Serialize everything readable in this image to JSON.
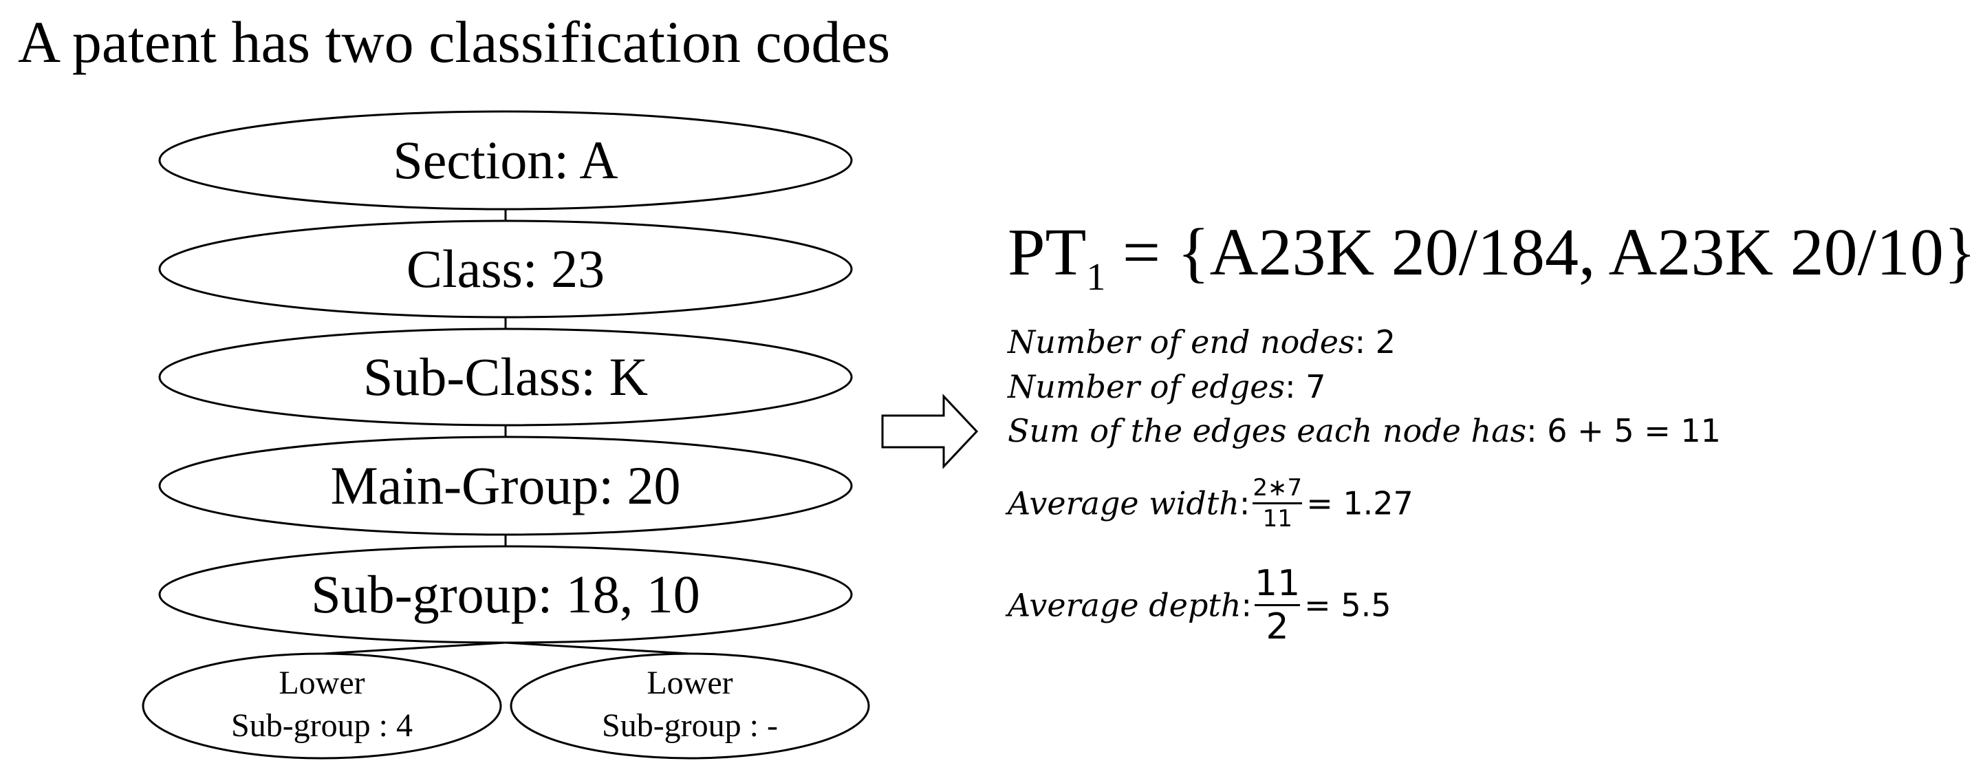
{
  "title": "A patent has two classification codes",
  "tree": {
    "nodes": [
      {
        "label": "Section: A"
      },
      {
        "label": "Class: 23"
      },
      {
        "label": "Sub-Class: K"
      },
      {
        "label": "Main-Group: 20"
      },
      {
        "label": "Sub-group: 18, 10"
      }
    ],
    "leaves": [
      {
        "line1": "Lower",
        "line2": "Sub-group : 4"
      },
      {
        "line1": "Lower",
        "line2": "Sub-group : -"
      }
    ]
  },
  "formula": {
    "prefix": "PT",
    "subscript": "1",
    "body": " = {A23K 20/184, A23K 20/10}"
  },
  "stats": {
    "end_nodes": {
      "label": "Number of end nodes",
      "value": "2"
    },
    "edges": {
      "label": "Number of edges",
      "value": "7"
    },
    "sum_edges": {
      "label": "Sum of the edges each node has",
      "value": "6 + 5 = 11"
    },
    "avg_width": {
      "label": "Average width",
      "numerator": "2∗7",
      "denominator": "11",
      "result": "= 1.27"
    },
    "avg_depth": {
      "label": "Average depth",
      "numerator": "11",
      "denominator": "2",
      "result": "= 5.5"
    }
  }
}
